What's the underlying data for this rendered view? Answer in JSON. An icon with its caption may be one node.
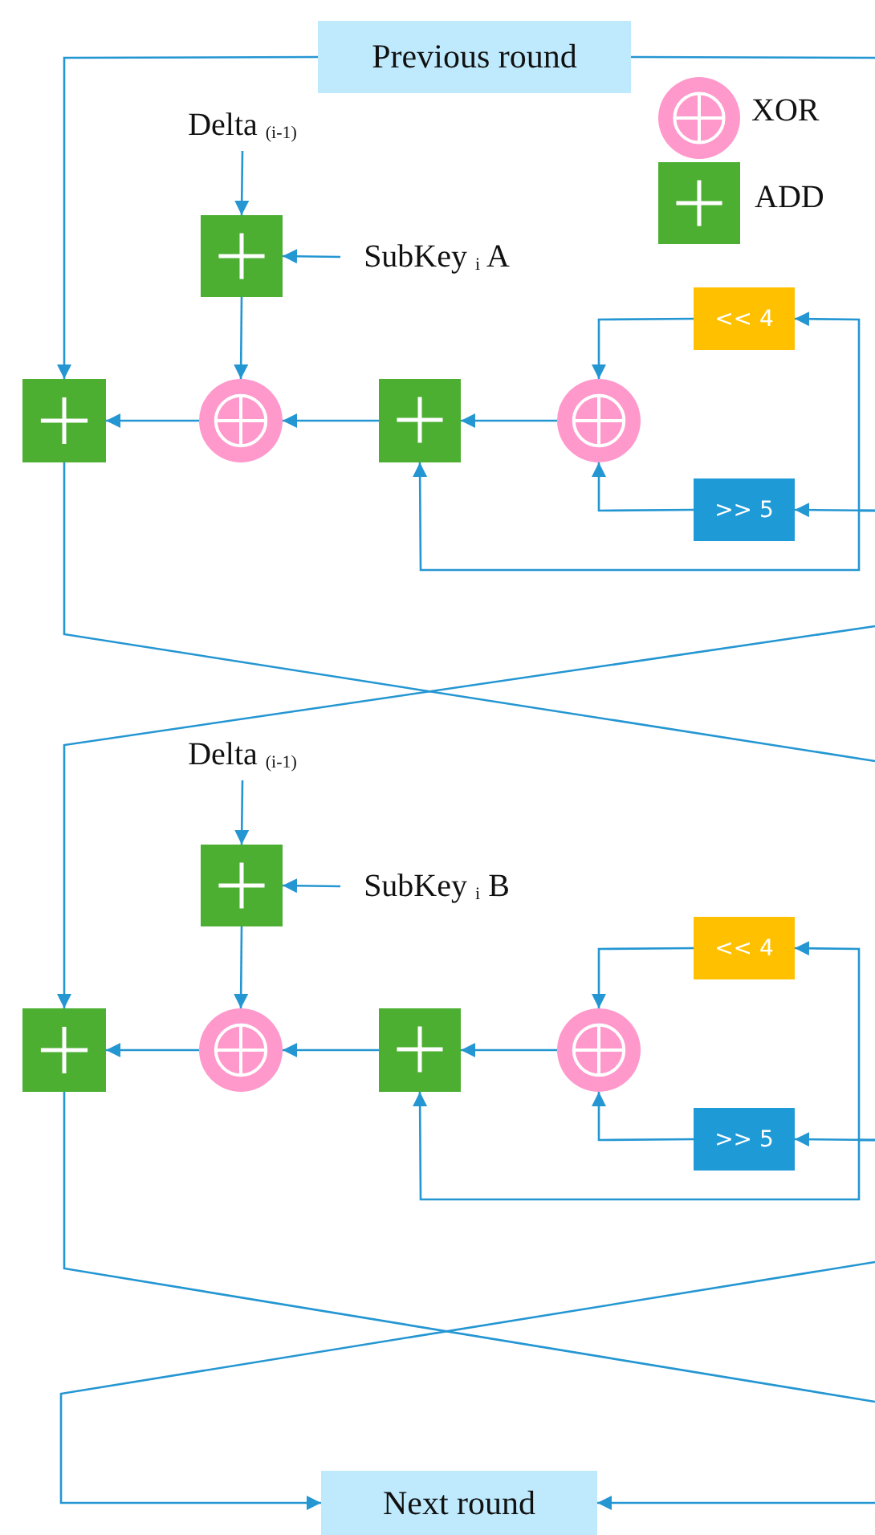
{
  "diagram": {
    "nodes": [
      {
        "text": [
          "Previous round"
        ]
      },
      {
        "text": [
          "Delta $_{(i-1)}$"
        ]
      },
      {
        "text": [],
        "shape": "box"
      },
      {
        "text": [
          "SubKey $_{i}$ A"
        ]
      },
      {
        "text": [],
        "shape": "box"
      },
      {
        "text": [],
        "shape": "circle"
      },
      {
        "text": [],
        "shape": "box"
      },
      {
        "text": [],
        "shape": "circle"
      },
      {
        "text": [
          "<< 4"
        ]
      },
      {
        "text": [
          ">> 5"
        ]
      },
      {
        "text": [
          "Delta $_{(i-1)}$"
        ]
      },
      {
        "text": [],
        "shape": "box"
      },
      {
        "text": [
          "SubKey $_{i}$ B"
        ]
      },
      {
        "text": [],
        "shape": "box"
      },
      {
        "text": [],
        "shape": "circle"
      },
      {
        "text": [],
        "shape": "box"
      },
      {
        "text": [],
        "shape": "circle"
      },
      {
        "text": [
          "<< 4"
        ]
      },
      {
        "text": [
          ">> 5"
        ]
      },
      {
        "text": [
          "Next round"
        ]
      }
    ],
    "edges": [
      {
        "from": 0,
        "to": 4,
        "arrow": "to"
      },
      {
        "from": 0,
        "to": null,
        "arrow": "none"
      },
      {
        "from": 1,
        "to": 2,
        "arrow": "to"
      },
      {
        "from": 3,
        "to": 2,
        "arrow": "to"
      },
      {
        "from": 2,
        "to": 5,
        "arrow": "to"
      },
      {
        "from": 5,
        "to": 4,
        "arrow": "to"
      },
      {
        "from": 6,
        "to": 5,
        "arrow": "to"
      },
      {
        "from": 7,
        "to": 6,
        "arrow": "to"
      },
      {
        "from": 8,
        "to": 7,
        "arrow": "to"
      },
      {
        "from": 9,
        "to": 7,
        "arrow": "to"
      },
      {
        "from": null,
        "to": 8,
        "arrow": "to"
      },
      {
        "from": null,
        "to": 9,
        "arrow": "to"
      },
      {
        "from": null,
        "to": 6,
        "arrow": "to"
      },
      {
        "from": 4,
        "to": null,
        "arrow": "none"
      },
      {
        "from": null,
        "to": 13,
        "arrow": "to"
      },
      {
        "from": 10,
        "to": 11,
        "arrow": "to"
      },
      {
        "from": 12,
        "to": 11,
        "arrow": "to"
      },
      {
        "from": 11,
        "to": 14,
        "arrow": "to"
      },
      {
        "from": 14,
        "to": 13,
        "arrow": "to"
      },
      {
        "from": 15,
        "to": 14,
        "arrow": "to"
      },
      {
        "from": 16,
        "to": 15,
        "arrow": "to"
      },
      {
        "from": 17,
        "to": 16,
        "arrow": "to"
      },
      {
        "from": 18,
        "to": 16,
        "arrow": "to"
      },
      {
        "from": null,
        "to": 17,
        "arrow": "to"
      },
      {
        "from": null,
        "to": 18,
        "arrow": "to"
      },
      {
        "from": null,
        "to": 15,
        "arrow": "to"
      },
      {
        "from": 13,
        "to": null,
        "arrow": "none"
      },
      {
        "from": null,
        "to": 19,
        "arrow": "to"
      },
      {
        "from": null,
        "to": 19,
        "arrow": "to"
      }
    ],
    "legend": [
      {
        "text": "XOR",
        "color": "#ff99cc"
      },
      {
        "text": "ADD",
        "color": "#4caf32"
      }
    ]
  }
}
